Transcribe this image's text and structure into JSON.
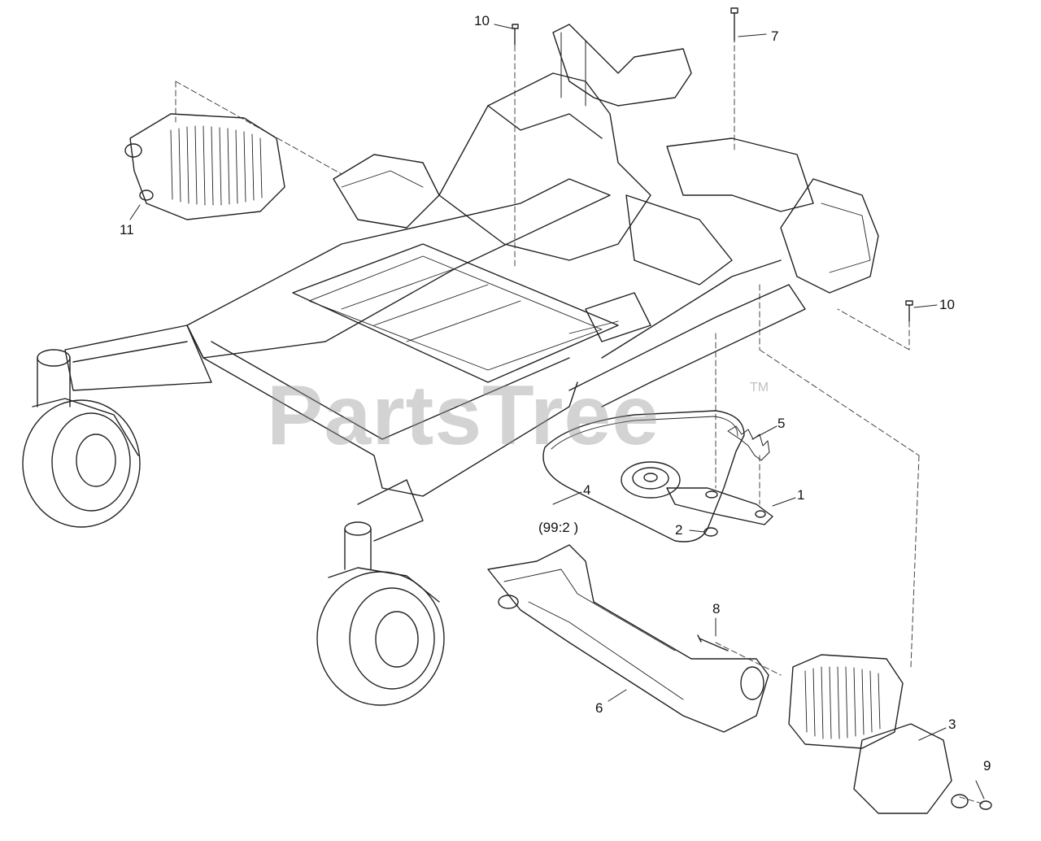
{
  "watermark": {
    "text": "PartsTree",
    "trademark": "TM"
  },
  "callouts": {
    "c1": "1",
    "c2": "2",
    "c3": "3",
    "c4": "4",
    "c4_sub": "(99:2 )",
    "c5": "5",
    "c6": "6",
    "c7": "7",
    "c8": "8",
    "c9": "9",
    "c10_top": "10",
    "c10_right": "10",
    "c11": "11"
  }
}
